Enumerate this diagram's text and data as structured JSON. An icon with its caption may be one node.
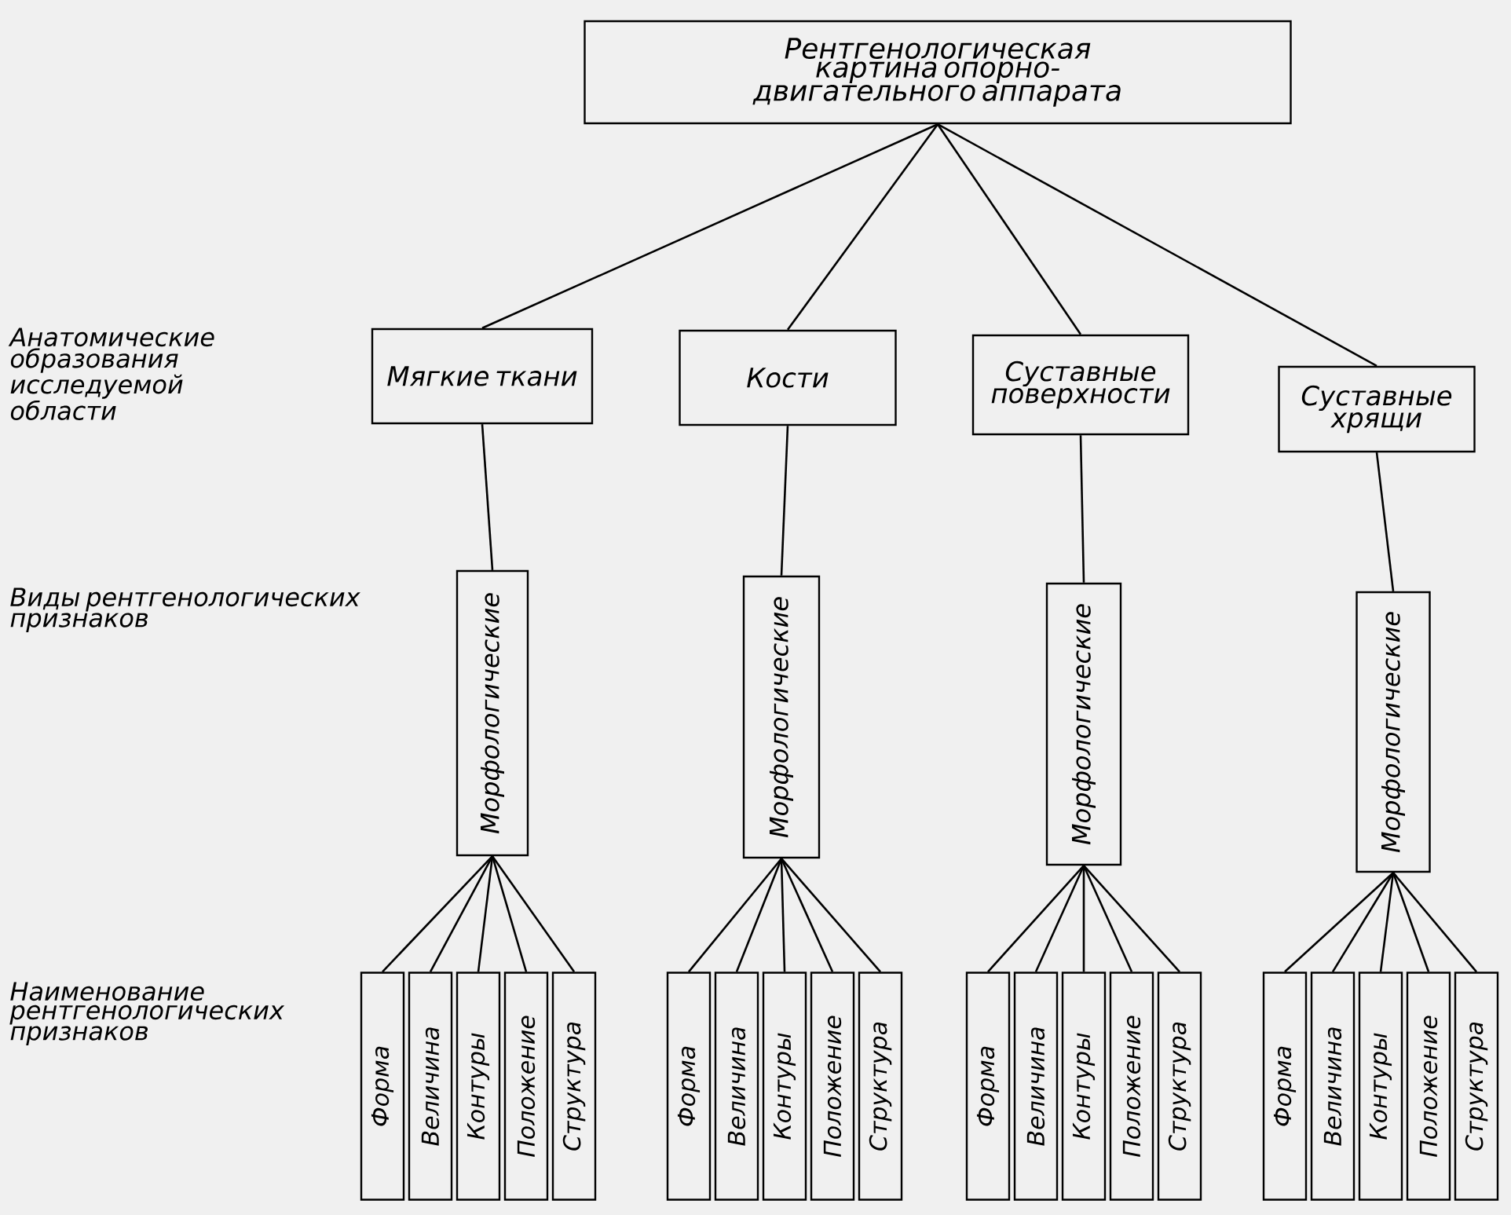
{
  "diagram": {
    "nodes": [
      {
        "text": [
          "Рентгенологическая картина опорно-двигательного аппарата"
        ]
      },
      {
        "text": [
          "Мягкие ткани"
        ]
      },
      {
        "text": [
          "Кости"
        ]
      },
      {
        "text": [
          "Суставные поверхности"
        ]
      },
      {
        "text": [
          "Суставные хрящи"
        ]
      },
      {
        "text": [
          "Морфологические"
        ]
      },
      {
        "text": [
          "Морфологические"
        ]
      },
      {
        "text": [
          "Морфологические"
        ]
      },
      {
        "text": [
          "Морфологические"
        ]
      },
      {
        "text": [
          "Форма"
        ]
      },
      {
        "text": [
          "Величина"
        ]
      },
      {
        "text": [
          "Контуры"
        ]
      },
      {
        "text": [
          "Положение"
        ]
      },
      {
        "text": [
          "Структура"
        ]
      },
      {
        "text": [
          "Форма"
        ]
      },
      {
        "text": [
          "Величина"
        ]
      },
      {
        "text": [
          "Контуры"
        ]
      },
      {
        "text": [
          "Положение"
        ]
      },
      {
        "text": [
          "Структура"
        ]
      },
      {
        "text": [
          "Форма"
        ]
      },
      {
        "text": [
          "Величина"
        ]
      },
      {
        "text": [
          "Контуры"
        ]
      },
      {
        "text": [
          "Положение"
        ]
      },
      {
        "text": [
          "Структура"
        ]
      },
      {
        "text": [
          "Форма"
        ]
      },
      {
        "text": [
          "Величина"
        ]
      },
      {
        "text": [
          "Контуры"
        ]
      },
      {
        "text": [
          "Положение"
        ]
      },
      {
        "text": [
          "Структура"
        ]
      }
    ],
    "edges": [
      {
        "from": 0,
        "to": 1,
        "arrow": "none"
      },
      {
        "from": 0,
        "to": 2,
        "arrow": "none"
      },
      {
        "from": 0,
        "to": 3,
        "arrow": "none"
      },
      {
        "from": 0,
        "to": 4,
        "arrow": "none"
      },
      {
        "from": 1,
        "to": 5,
        "arrow": "none"
      },
      {
        "from": 2,
        "to": 6,
        "arrow": "none"
      },
      {
        "from": 3,
        "to": 7,
        "arrow": "none"
      },
      {
        "from": 4,
        "to": 8,
        "arrow": "none"
      },
      {
        "from": 5,
        "to": 9,
        "arrow": "none"
      },
      {
        "from": 5,
        "to": 10,
        "arrow": "none"
      },
      {
        "from": 5,
        "to": 11,
        "arrow": "none"
      },
      {
        "from": 5,
        "to": 12,
        "arrow": "none"
      },
      {
        "from": 5,
        "to": 13,
        "arrow": "none"
      },
      {
        "from": 6,
        "to": 14,
        "arrow": "none"
      },
      {
        "from": 6,
        "to": 15,
        "arrow": "none"
      },
      {
        "from": 6,
        "to": 16,
        "arrow": "none"
      },
      {
        "from": 6,
        "to": 17,
        "arrow": "none"
      },
      {
        "from": 6,
        "to": 18,
        "arrow": "none"
      },
      {
        "from": 7,
        "to": 19,
        "arrow": "none"
      },
      {
        "from": 7,
        "to": 20,
        "arrow": "none"
      },
      {
        "from": 7,
        "to": 21,
        "arrow": "none"
      },
      {
        "from": 7,
        "to": 22,
        "arrow": "none"
      },
      {
        "from": 7,
        "to": 23,
        "arrow": "none"
      },
      {
        "from": 8,
        "to": 24,
        "arrow": "none"
      },
      {
        "from": 8,
        "to": 25,
        "arrow": "none"
      },
      {
        "from": 8,
        "to": 26,
        "arrow": "none"
      },
      {
        "from": 8,
        "to": 27,
        "arrow": "none"
      },
      {
        "from": 8,
        "to": 28,
        "arrow": "none"
      }
    ],
    "labels": [
      "Анатомические образования исследуемой области",
      "Виды рентгенологических признаков",
      "Наименование рентгенологических признаков"
    ]
  }
}
